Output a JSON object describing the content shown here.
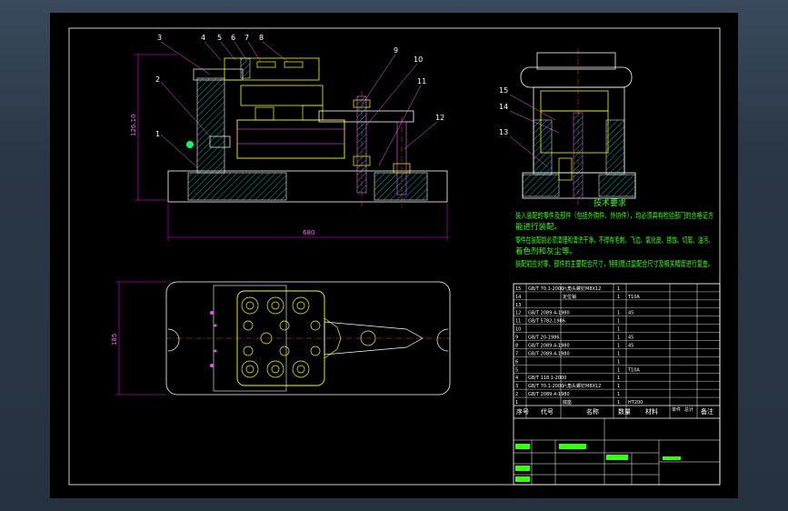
{
  "drawing": {
    "part_numbers": [
      "3",
      "4",
      "5",
      "6",
      "7",
      "8",
      "9",
      "10",
      "11",
      "12",
      "1",
      "2"
    ],
    "side_view_numbers": [
      "15",
      "14",
      "13"
    ],
    "dim_height": "126.10",
    "dim_width": "680",
    "dim_plan_height": "185"
  },
  "tech_requirements": {
    "title": "技术要求",
    "lines": [
      "装入装配的零件及部件（包括外购件、外协件），均必须具有检验部门的合格证方",
      "能进行装配。",
      "零件在装配前必须清理和清洗干净，不得有毛刺、飞边、氧化皮、锈蚀、切屑、油污、",
      "着色剂和灰尘等。",
      "装配前应对零、部件的主要配合尺寸，特别是过盈配合尺寸及相关精度进行复查。"
    ]
  },
  "bom": {
    "rows": [
      [
        "15",
        "GB/T 70.1-2000",
        "六角头螺钉M8X12",
        "1",
        "",
        ""
      ],
      [
        "14",
        "",
        "定位销",
        "1",
        "T10A",
        ""
      ],
      [
        "13",
        "",
        "",
        "",
        "",
        ""
      ],
      [
        "12",
        "GB/T 2089.4-1980",
        "",
        "1",
        "45",
        ""
      ],
      [
        "11",
        "GB/T 5782-1986",
        "",
        "1",
        "",
        ""
      ],
      [
        "10",
        "",
        "",
        "1",
        "",
        ""
      ],
      [
        "9",
        "GB/T 20-1986",
        "",
        "1",
        "45",
        ""
      ],
      [
        "8",
        "GB/T 2089.4-1980",
        "",
        "1",
        "45",
        ""
      ],
      [
        "7",
        "GB/T 2089.4-1980",
        "",
        "1",
        "",
        ""
      ],
      [
        "6",
        "",
        "",
        "1",
        "",
        ""
      ],
      [
        "5",
        "",
        "",
        "1",
        "T10A",
        ""
      ],
      [
        "4",
        "GB/T 118.1-2000",
        "",
        "1",
        "",
        ""
      ],
      [
        "3",
        "GB/T 70.1-2000",
        "六角头螺钉M8X12",
        "1",
        "",
        ""
      ],
      [
        "2",
        "GB/T 2089.4-1980",
        "",
        "1",
        "",
        ""
      ],
      [
        "1",
        "",
        "底座",
        "1",
        "HT200",
        ""
      ]
    ],
    "header": [
      "序号",
      "代号",
      "名称",
      "数量",
      "材料",
      "单件",
      "总计",
      "备注"
    ]
  },
  "colors": {
    "background": "#000000",
    "frame": "#ffffff",
    "part": "#ffff00",
    "hatch": "#00ffff",
    "dim": "#ff00ff",
    "leader": "#ff66ff",
    "text_green": "#39ff14",
    "table_green": "#39ff14"
  }
}
